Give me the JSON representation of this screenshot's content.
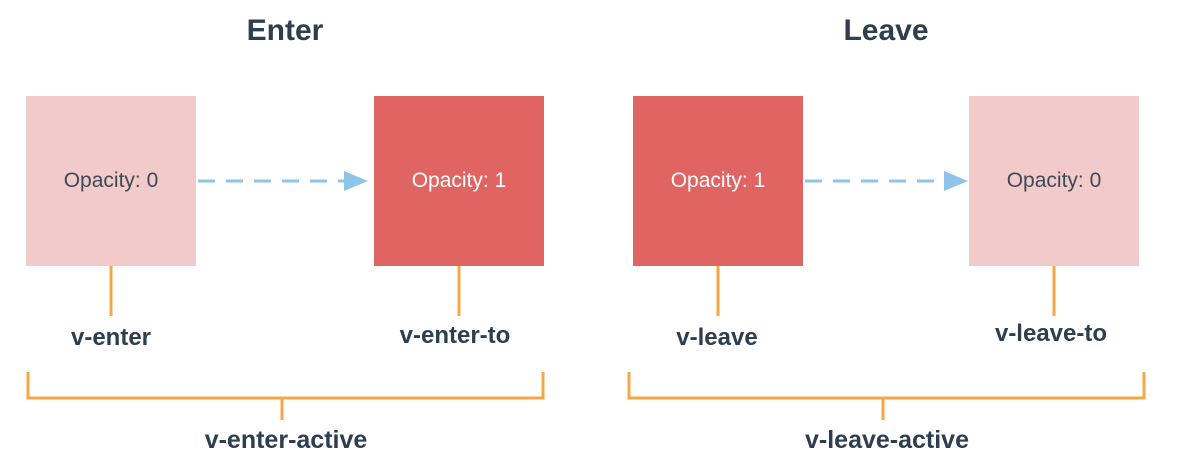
{
  "enter": {
    "title": "Enter",
    "from_box": "Opacity: 0",
    "to_box": "Opacity: 1",
    "from_class": "v-enter",
    "to_class": "v-enter-to",
    "active_class": "v-enter-active"
  },
  "leave": {
    "title": "Leave",
    "from_box": "Opacity: 1",
    "to_box": "Opacity: 0",
    "from_class": "v-leave",
    "to_class": "v-leave-to",
    "active_class": "v-leave-active"
  },
  "colors": {
    "faint_box": "#f3caca",
    "solid_box": "#e06461",
    "arrow": "#8ec3ea",
    "bracket": "#f5a744",
    "text": "#2c3e50"
  }
}
